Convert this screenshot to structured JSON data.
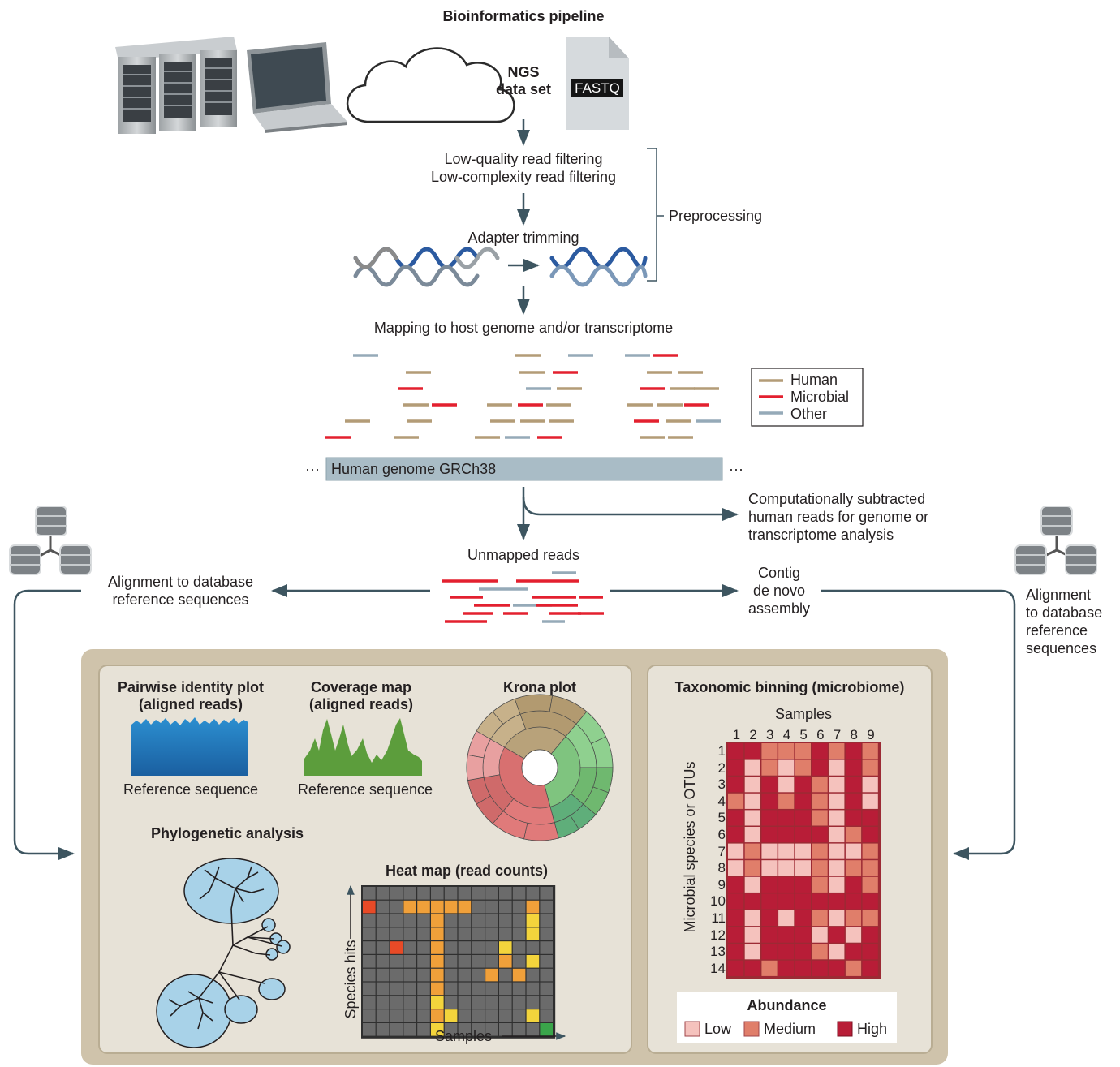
{
  "title": "Bioinformatics pipeline",
  "ngs_label": [
    "NGS",
    "data set"
  ],
  "fastq_label": "FASTQ",
  "filtering": [
    "Low-quality read filtering",
    "Low-complexity read filtering"
  ],
  "adapter_trimming": "Adapter trimming",
  "preprocessing": "Preprocessing",
  "mapping": "Mapping to host genome and/or transcriptome",
  "legend": {
    "items": [
      {
        "label": "Human",
        "color": "#b39c77"
      },
      {
        "label": "Microbial",
        "color": "#e3202f"
      },
      {
        "label": "Other",
        "color": "#95aab8"
      }
    ]
  },
  "genome_bar": {
    "label": "Human genome GRCh38",
    "ellipsis_left": "···",
    "ellipsis_right": "···"
  },
  "subtracted": [
    "Computationally subtracted",
    "human reads for genome or",
    "transcriptome analysis"
  ],
  "unmapped": "Unmapped reads",
  "align_left": [
    "Alignment to database",
    "reference sequences"
  ],
  "contig": [
    "Contig",
    "de novo",
    "assembly"
  ],
  "align_right": [
    "Alignment",
    "to database",
    "reference",
    "sequences"
  ],
  "panels": {
    "pairwise": {
      "title": [
        "Pairwise identity plot",
        "(aligned reads)"
      ],
      "xlabel": "Reference sequence"
    },
    "coverage": {
      "title": [
        "Coverage map",
        "(aligned reads)"
      ],
      "xlabel": "Reference sequence"
    },
    "krona": {
      "title": "Krona plot"
    },
    "phylo": {
      "title": "Phylogenetic analysis"
    },
    "heatmap": {
      "title": "Heat map (read counts)",
      "ylabel": "Species hits",
      "xlabel": "Samples"
    },
    "taxonomic": {
      "title": "Taxonomic binning (microbiome)",
      "samples_label": "Samples",
      "ylabel": "Microbial species or OTUs",
      "abundance_title": "Abundance",
      "abundance_levels": [
        {
          "label": "Low",
          "color": "#f5c2bd"
        },
        {
          "label": "Medium",
          "color": "#e07e6a"
        },
        {
          "label": "High",
          "color": "#b81d37"
        }
      ]
    }
  },
  "chart_data": [
    {
      "type": "heatmap",
      "title": "Taxonomic binning (microbiome)",
      "xlabel": "Samples",
      "ylabel": "Microbial species or OTUs",
      "x": [
        "1",
        "2",
        "3",
        "4",
        "5",
        "6",
        "7",
        "8",
        "9"
      ],
      "y": [
        "1",
        "2",
        "3",
        "4",
        "5",
        "6",
        "7",
        "8",
        "9",
        "10",
        "11",
        "12",
        "13",
        "14"
      ],
      "levels": [
        "Low",
        "Medium",
        "High"
      ],
      "values": [
        [
          2,
          2,
          1,
          1,
          1,
          2,
          1,
          2,
          1
        ],
        [
          2,
          0,
          1,
          0,
          1,
          2,
          0,
          2,
          1
        ],
        [
          2,
          0,
          2,
          0,
          2,
          1,
          0,
          2,
          0
        ],
        [
          1,
          0,
          2,
          1,
          2,
          1,
          0,
          2,
          0
        ],
        [
          2,
          0,
          2,
          2,
          2,
          1,
          0,
          2,
          2
        ],
        [
          2,
          0,
          2,
          2,
          2,
          2,
          0,
          1,
          2
        ],
        [
          0,
          1,
          0,
          0,
          0,
          1,
          0,
          0,
          1
        ],
        [
          0,
          1,
          0,
          0,
          0,
          1,
          0,
          1,
          1
        ],
        [
          2,
          0,
          2,
          2,
          2,
          1,
          0,
          2,
          1
        ],
        [
          2,
          2,
          2,
          2,
          2,
          2,
          2,
          2,
          2
        ],
        [
          2,
          0,
          2,
          0,
          2,
          1,
          0,
          1,
          1
        ],
        [
          2,
          0,
          2,
          2,
          2,
          0,
          2,
          0,
          2
        ],
        [
          2,
          0,
          2,
          2,
          2,
          1,
          0,
          2,
          2
        ],
        [
          2,
          2,
          1,
          2,
          2,
          2,
          2,
          1,
          2
        ]
      ]
    },
    {
      "type": "heatmap",
      "title": "Heat map (read counts)",
      "xlabel": "Samples",
      "ylabel": "Species hits",
      "palette": {
        "0": "#6b6b6b",
        "1": "#e84a27",
        "2": "#f0a03a",
        "3": "#f3d43c",
        "4": "#3aa54a"
      },
      "values": [
        [
          0,
          0,
          0,
          0,
          0,
          0,
          0,
          0,
          0,
          0,
          0,
          0,
          0,
          0
        ],
        [
          1,
          0,
          0,
          2,
          2,
          2,
          2,
          2,
          0,
          0,
          0,
          0,
          2,
          0
        ],
        [
          0,
          0,
          0,
          0,
          0,
          2,
          0,
          0,
          0,
          0,
          0,
          0,
          3,
          0
        ],
        [
          0,
          0,
          0,
          0,
          0,
          2,
          0,
          0,
          0,
          0,
          0,
          0,
          3,
          0
        ],
        [
          0,
          0,
          1,
          0,
          0,
          2,
          0,
          0,
          0,
          0,
          3,
          0,
          0,
          0
        ],
        [
          0,
          0,
          0,
          0,
          0,
          2,
          0,
          0,
          0,
          0,
          2,
          0,
          3,
          0
        ],
        [
          0,
          0,
          0,
          0,
          0,
          2,
          0,
          0,
          0,
          2,
          0,
          2,
          0,
          0
        ],
        [
          0,
          0,
          0,
          0,
          0,
          2,
          0,
          0,
          0,
          0,
          0,
          0,
          0,
          0
        ],
        [
          0,
          0,
          0,
          0,
          0,
          3,
          0,
          0,
          0,
          0,
          0,
          0,
          0,
          0
        ],
        [
          0,
          0,
          0,
          0,
          0,
          2,
          3,
          0,
          0,
          0,
          0,
          0,
          3,
          0
        ],
        [
          0,
          0,
          0,
          0,
          0,
          3,
          0,
          0,
          0,
          0,
          0,
          0,
          0,
          4
        ]
      ]
    }
  ]
}
